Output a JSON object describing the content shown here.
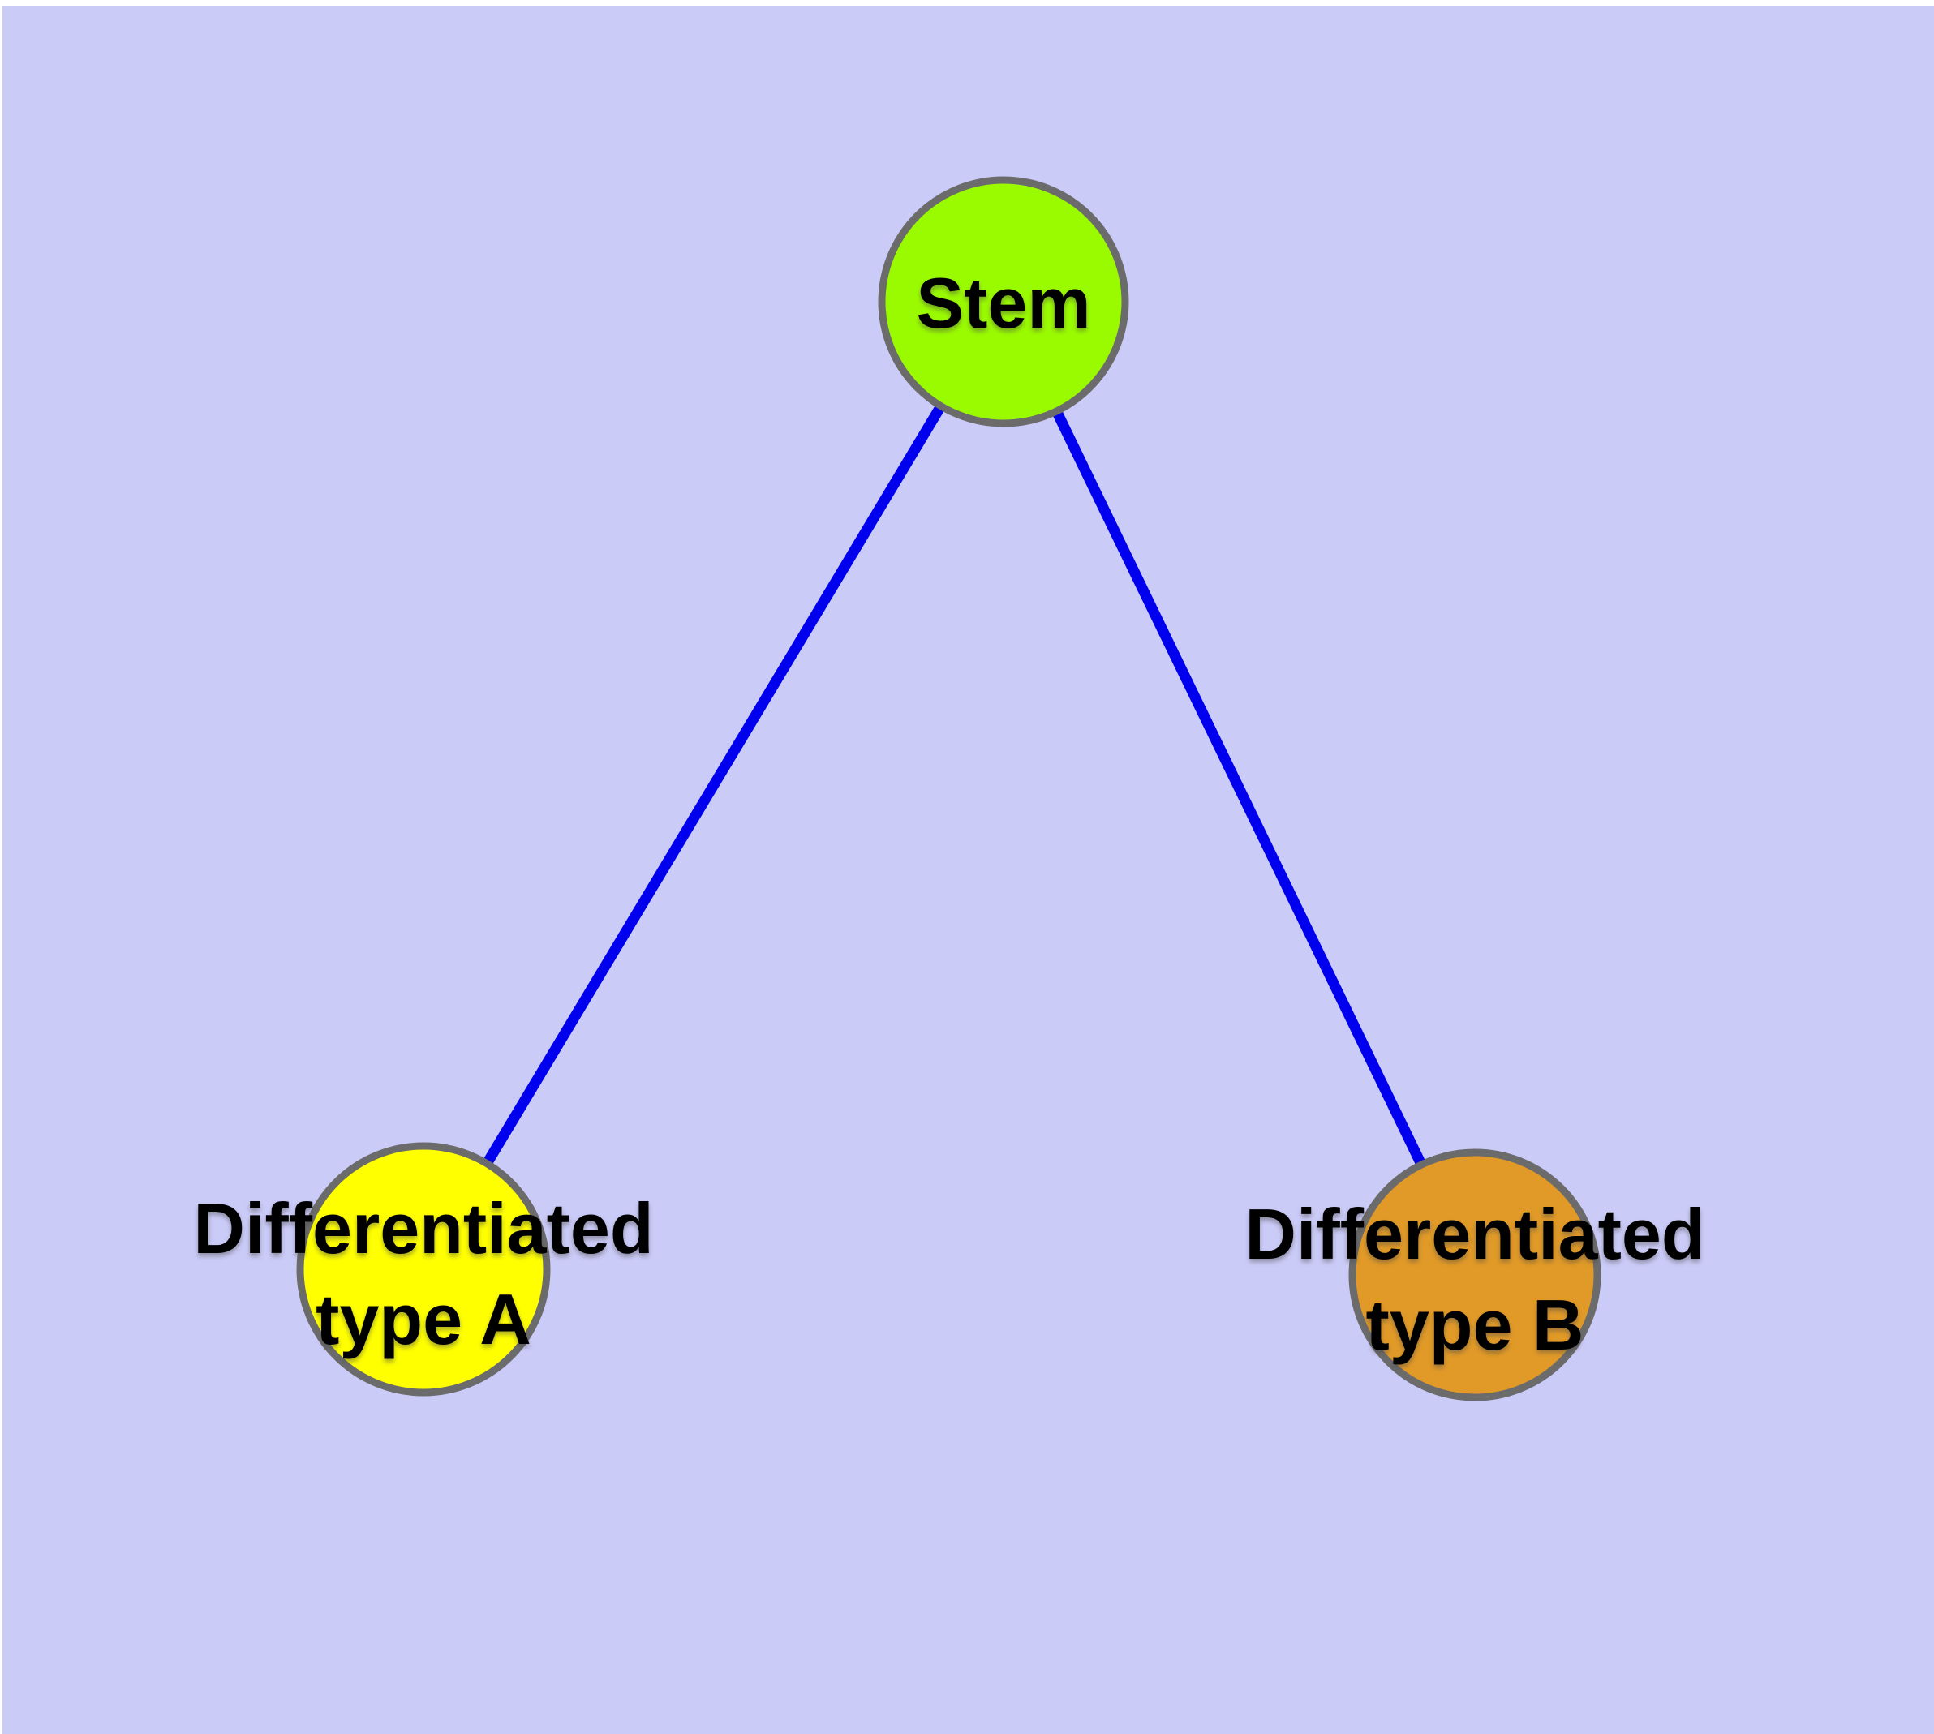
{
  "canvas": {
    "background": "#cbcbf8",
    "page_background": "#ffffff"
  },
  "colors": {
    "edge": "#0000ee",
    "node_border": "#6b6b6b",
    "label_text": "#000000"
  },
  "nodes": {
    "stem": {
      "label_lines": [
        "Stem"
      ],
      "fill": "#9afb00"
    },
    "typeA": {
      "label_lines": [
        "Differentiated",
        "type A"
      ],
      "fill": "#ffff00"
    },
    "typeB": {
      "label_lines": [
        "Differentiated",
        "type B"
      ],
      "fill": "#e19a27"
    }
  },
  "edges": [
    {
      "from": "Stem",
      "to": "Differentiated type A"
    },
    {
      "from": "Stem",
      "to": "Differentiated type B"
    }
  ]
}
